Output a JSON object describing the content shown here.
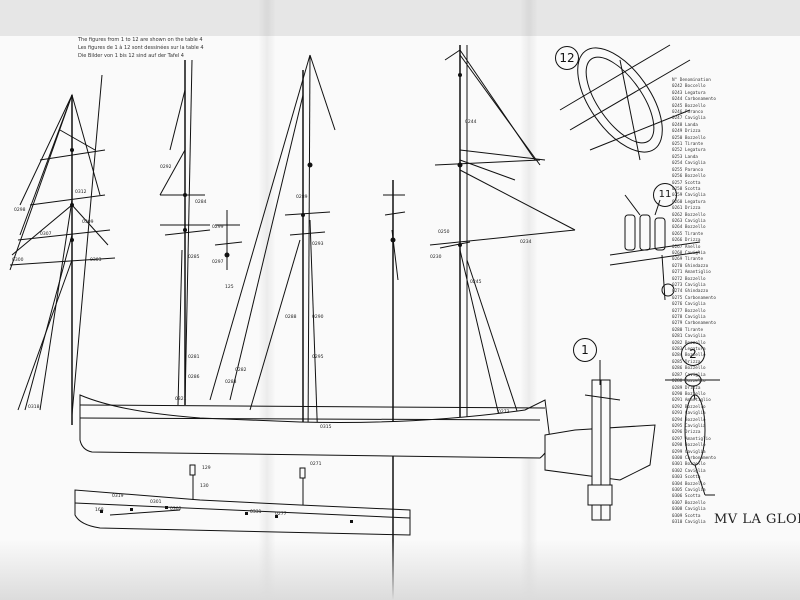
{
  "title": "MV LA GLOIR",
  "notes": [
    "The figures from 1 to 12 are shown on the table 4",
    "Les figures de 1 à 12 sont dessinées sur la table 4",
    "Die Bilder von 1 bis 12 sind auf der Tafel 4"
  ],
  "details": [
    {
      "num": "12"
    },
    {
      "num": "11"
    },
    {
      "num": "1"
    },
    {
      "num": "2"
    }
  ],
  "labels": {
    "l0298": "0298",
    "l0312": "0312",
    "l0309": "0309",
    "l0307": "0307",
    "l0300": "0300",
    "l0303": "0303",
    "l0318": "0318",
    "l0292": "0292",
    "l0284": "0284",
    "l0285": "0285",
    "l0281": "0281",
    "l0286": "0286",
    "l0321": "0321",
    "l0299": "0299",
    "l0297": "0297",
    "l0295": "0295",
    "l0289": "0289",
    "l0293": "0293",
    "l0290": "0290",
    "l0273": "0273",
    "l0271": "0271",
    "l0277": "0277",
    "l129": "129",
    "l130": "130",
    "l125": "125",
    "l168": "168",
    "l0282": "0282",
    "l0250": "0250",
    "l0288": "0288",
    "l0315": "0315",
    "l0319": "0319",
    "l0301": "0301",
    "l0302": "0302",
    "l0283": "0283",
    "l0331": "0331",
    "l0234": "0234",
    "l0230": "0230",
    "l0244": "0244",
    "l0245": "0245"
  },
  "parts_list": [
    "N°  Denomination",
    "0242 Boccello",
    "0243 Legatura",
    "0244 Carbonamento",
    "0245 Bozzello",
    "0246 Paranco",
    "0247 Caviglia",
    "0248 Landa",
    "0249 Drizza",
    "0250 Bozzello",
    "0251 Tirante",
    "0252 Legatura",
    "0253 Landa",
    "0254 Caviglia",
    "0255 Paranco",
    "0256 Bozzello",
    "0257 Scotta",
    "0258 Scotta",
    "0259 Caviglia",
    "0260 Legatura",
    "0261 Drizza",
    "0262 Bozzello",
    "0263 Caviglia",
    "0264 Bozzello",
    "0265 Tirante",
    "0266 Drizza",
    "0267 Anello",
    "0268 Caviglia",
    "0269 Tirante",
    "0270 Ghindazzo",
    "0271 Amantiglio",
    "0272 Bozzello",
    "0273 Caviglia",
    "0274 Ghindazzo",
    "0275 Carbonamento",
    "0276 Caviglia",
    "0277 Bozzello",
    "0278 Caviglia",
    "0279 Carbonamento",
    "0280 Tirante",
    "0281 Caviglia",
    "0282 Bozzello",
    "0283 Legatura",
    "0284 Bozzello",
    "0285 Drizza",
    "0286 Bozzello",
    "0287 Caviglia",
    "0288 Bozzello",
    "0289 Drizza",
    "0290 Bozzello",
    "0291 Amantiglio",
    "0292 Bozzello",
    "0293 Caviglia",
    "0294 Bozzello",
    "0295 Caviglia",
    "0296 Drizza",
    "0297 Amantiglio",
    "0298 Bozzello",
    "0299 Caviglia",
    "0300 Carbonamento",
    "0301 Bozzello",
    "0302 Caviglia",
    "0303 Scotta",
    "0304 Bozzello",
    "0305 Caviglia",
    "0306 Scotta",
    "0307 Bozzello",
    "0308 Caviglia",
    "0309 Scotta",
    "0310 Caviglia"
  ],
  "colors": {
    "ink": "#111111",
    "paper": "#fafafa"
  }
}
